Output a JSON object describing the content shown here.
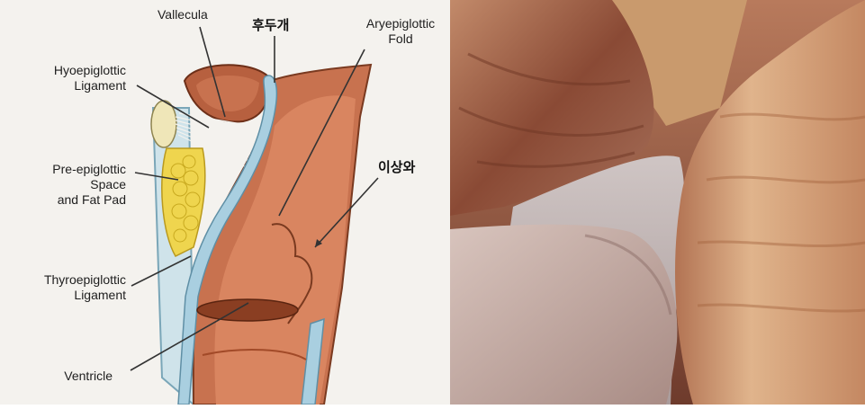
{
  "diagram": {
    "labels": {
      "vallecula": "Vallecula",
      "epiglottis_ko": "후두개",
      "aryepiglottic_line1": "Aryepiglottic",
      "aryepiglottic_line2": "Fold",
      "hyoepiglottic_line1": "Hyoepiglottic",
      "hyoepiglottic_line2": "Ligament",
      "preepiglottic_line1": "Pre-epiglottic",
      "preepiglottic_line2": "Space",
      "preepiglottic_line3": "and Fat Pad",
      "piriform_ko": "이상와",
      "thyroepiglottic_line1": "Thyroepiglottic",
      "thyroepiglottic_line2": "Ligament",
      "ventricle": "Ventricle"
    }
  },
  "colors": {
    "tissue": "#c8724f",
    "tissue_dark": "#8a3e22",
    "tissue_light": "#e39b78",
    "cartilage": "#a9cfe0",
    "fat": "#efd54e",
    "ligament": "#f2f0ea",
    "rock_light": "#d9b08e",
    "rock_dark": "#7a4533",
    "rock_pale": "#cfc5c0"
  }
}
